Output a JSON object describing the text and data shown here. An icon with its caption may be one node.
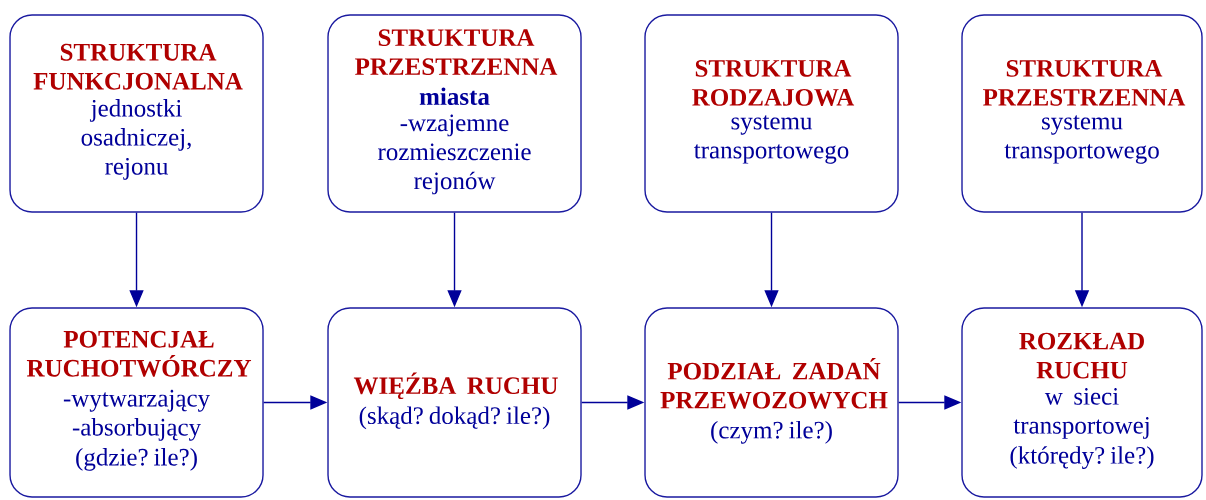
{
  "diagram": {
    "nodes": [
      {
        "text": [
          "STRUKTURA FUNKCJONALNA",
          "jednostki osadniczej, rejonu"
        ]
      },
      {
        "text": [
          "STRUKTURA PRZESTRZENNA",
          "miasta",
          "-wzajemne rozmieszczenie rejonów"
        ]
      },
      {
        "text": [
          "STRUKTURA RODZAJOWA",
          "systemu transportowego"
        ]
      },
      {
        "text": [
          "STRUKTURA PRZESTRZENNA",
          "systemu transportowego"
        ]
      },
      {
        "text": [
          "POTENCJAŁ RUCHOTWÓRCZY",
          "-wytwarzający",
          "-absorbujący",
          "(gdzie? ile?)"
        ]
      },
      {
        "text": [
          "WIĘŹBA RUCHU",
          "(skąd? dokąd? ile?)"
        ]
      },
      {
        "text": [
          "PODZIAŁ ZADAŃ PRZEWOZOWYCH",
          "(czym? ile?)"
        ]
      },
      {
        "text": [
          "ROZKŁAD RUCHU",
          "w sieci transportowej",
          "(którędy? ile?)"
        ]
      }
    ],
    "edges": [
      {
        "from": 0,
        "to": 4,
        "arrow": "to"
      },
      {
        "from": 1,
        "to": 5,
        "arrow": "to"
      },
      {
        "from": 2,
        "to": 6,
        "arrow": "to"
      },
      {
        "from": 3,
        "to": 7,
        "arrow": "to"
      },
      {
        "from": 4,
        "to": 5,
        "arrow": "to"
      },
      {
        "from": 5,
        "to": 6,
        "arrow": "to"
      },
      {
        "from": 6,
        "to": 7,
        "arrow": "to"
      }
    ]
  }
}
